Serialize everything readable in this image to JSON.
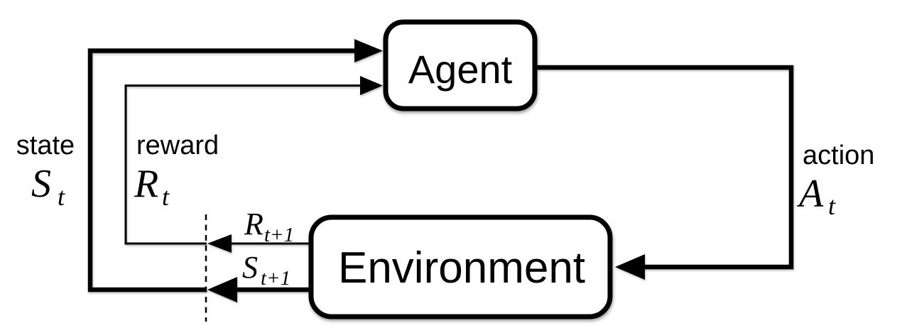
{
  "diagram": {
    "kind": "agent-environment-loop",
    "colors": {
      "line": "#000000",
      "box_fill": "#ffffff",
      "background": "#ffffff"
    },
    "nodes": {
      "agent": {
        "label": "Agent"
      },
      "environment": {
        "label": "Environment"
      }
    },
    "labels": {
      "state": {
        "word": "state",
        "symbol": "S",
        "subscript": "t"
      },
      "reward": {
        "word": "reward",
        "symbol": "R",
        "subscript": "t"
      },
      "action": {
        "word": "action",
        "symbol": "A",
        "subscript": "t"
      },
      "next_reward": {
        "symbol": "R",
        "subscript": "t+1"
      },
      "next_state": {
        "symbol": "S",
        "subscript": "t+1"
      }
    }
  }
}
